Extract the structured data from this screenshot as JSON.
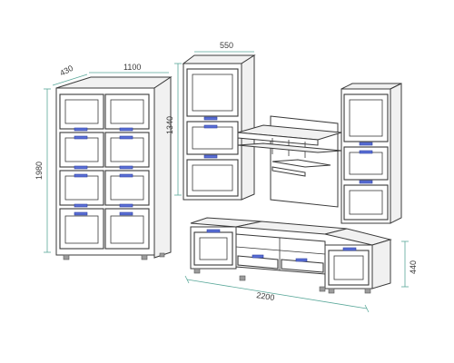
{
  "dimensions": {
    "tall_cabinet_depth": "430",
    "tall_cabinet_width": "1100",
    "tall_cabinet_height": "1980",
    "wall_cabinet_width": "550",
    "wall_cabinet_height": "1340",
    "tv_stand_width": "2200",
    "tv_stand_height": "440"
  },
  "colors": {
    "outline": "#3a3a3a",
    "dimension_line": "#5aa89a",
    "handle": "#5a6fd6"
  }
}
